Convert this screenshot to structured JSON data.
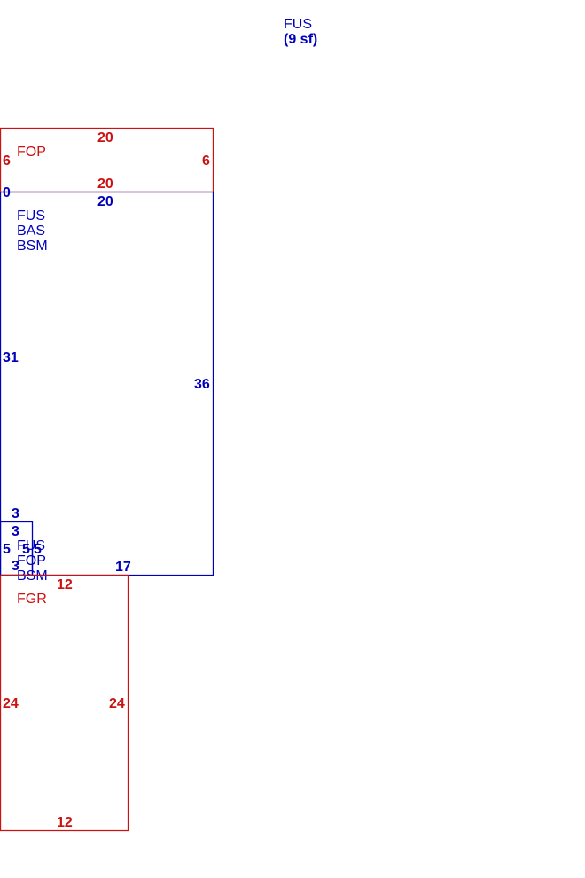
{
  "colors": {
    "blue": "#0000bb",
    "red": "#cc1111"
  },
  "summary": {
    "name": "FUS",
    "area": "(9 sf)"
  },
  "areas": {
    "fop_top": {
      "label": "FOP"
    },
    "main": {
      "labels": [
        "FUS",
        "BAS",
        "BSM"
      ]
    },
    "small": {
      "labels": [
        "FUS",
        "FOP",
        "BSM"
      ]
    },
    "garage": {
      "label": "FGR"
    }
  },
  "dimensions": {
    "fop_top_top": "20",
    "fop_top_bottom": "20",
    "fop_top_left": "6",
    "fop_top_right": "6",
    "main_top": "20",
    "main_left_zero": "0",
    "main_left": "31",
    "main_right": "36",
    "main_bottom": "17",
    "small_top_outer": "3",
    "small_top_inner": "3",
    "small_left": "5",
    "small_inner_a": "5",
    "small_inner_b": "5",
    "small_bottom": "3",
    "garage_top": "12",
    "garage_left": "24",
    "garage_right": "24",
    "garage_bottom": "12"
  }
}
